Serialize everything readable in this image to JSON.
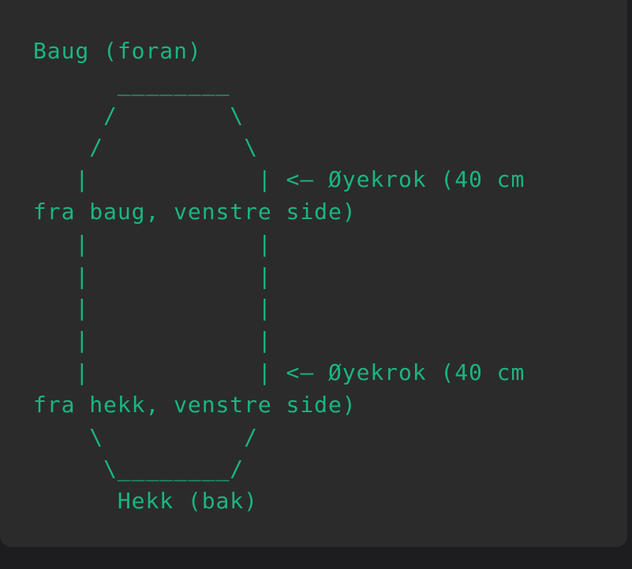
{
  "code_block": {
    "lines": [
      "Baug (foran)",
      "      ________",
      "     /        \\",
      "    /          \\",
      "   |            | <— Øyekrok (40 cm",
      "fra baug, venstre side)",
      "   |            |",
      "   |            |",
      "   |            |",
      "   |            |",
      "   |            | <— Øyekrok (40 cm",
      "fra hekk, venstre side)",
      "    \\          /",
      "     \\________/",
      "      Hekk (bak)"
    ]
  },
  "colors": {
    "text": "#1bb582",
    "card_background": "#2b2b2b",
    "page_background": "#1d1d1f"
  }
}
